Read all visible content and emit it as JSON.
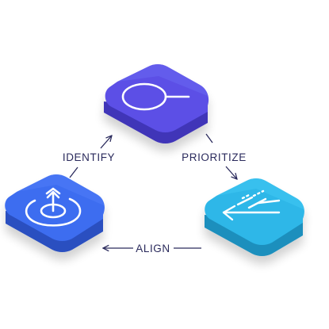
{
  "nodes": [
    {
      "id": "search",
      "icon": "magnifier-icon",
      "color_top": "#5b50e6",
      "color_top_light": "#6a62f0",
      "color_side": "#3f36b8"
    },
    {
      "id": "prioritize",
      "icon": "sort-list-arrow-icon",
      "color_top": "#2db7e8",
      "color_top_light": "#3fc6f2",
      "color_side": "#1c8fbd"
    },
    {
      "id": "target",
      "icon": "target-arrow-icon",
      "color_top": "#3d6df0",
      "color_top_light": "#4d7cf6",
      "color_side": "#2a4fc0"
    }
  ],
  "edges": [
    {
      "from": "target",
      "to": "search",
      "label": "IDENTIFY"
    },
    {
      "from": "search",
      "to": "prioritize",
      "label": "PRIORITIZE"
    },
    {
      "from": "prioritize",
      "to": "target",
      "label": "ALIGN"
    }
  ],
  "colors": {
    "label": "#2a2a5c",
    "arrow": "#2a2a5c",
    "icon_stroke": "#ffffff"
  }
}
